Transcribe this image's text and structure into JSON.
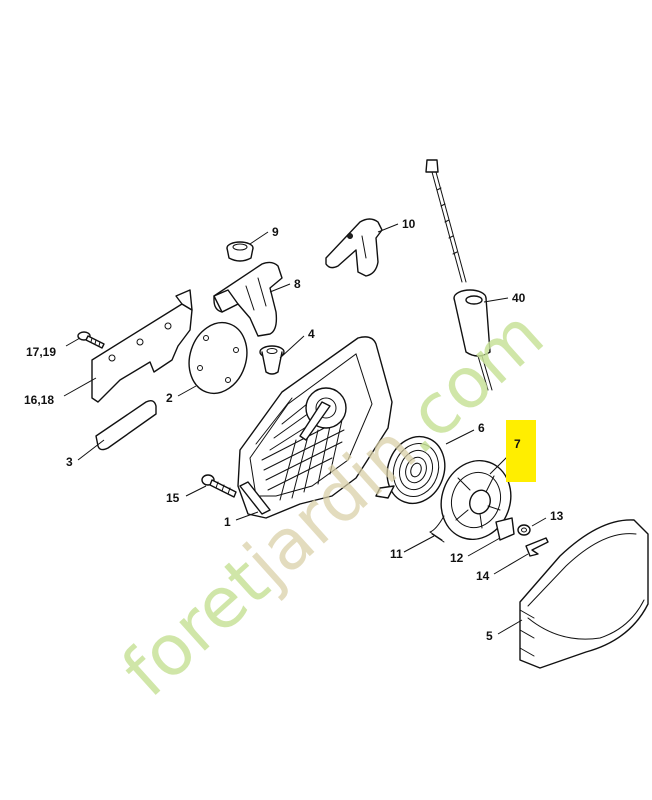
{
  "callouts": {
    "c9": "9",
    "c10": "10",
    "c8": "8",
    "c40": "40",
    "c17_19": "17,19",
    "c4": "4",
    "c16_18": "16,18",
    "c2": "2",
    "c3": "3",
    "c6": "6",
    "c7": "7",
    "c15": "15",
    "c1": "1",
    "c13": "13",
    "c11": "11",
    "c12": "12",
    "c14": "14",
    "c5": "5"
  },
  "highlight_color": "#ffee00",
  "watermark": {
    "part1": "foret",
    "part2": "jardin",
    "part3": ".com"
  }
}
